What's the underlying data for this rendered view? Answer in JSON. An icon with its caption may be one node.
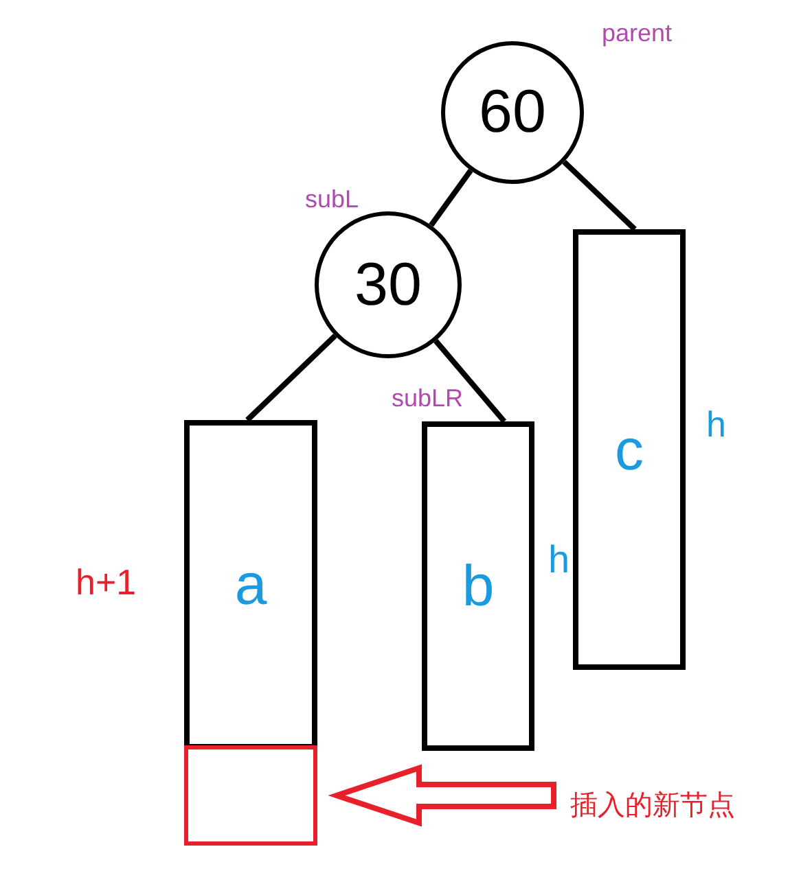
{
  "diagram": {
    "nodes": [
      {
        "text": [
          "60"
        ],
        "beside": [
          "parent"
        ]
      },
      {
        "text": [
          "30"
        ],
        "beside": [
          "subL"
        ]
      },
      {
        "text": [
          "a"
        ],
        "beside": [
          "h+1"
        ]
      },
      {
        "text": [
          "b"
        ],
        "beside": [
          "subLR",
          "h"
        ]
      },
      {
        "text": [
          "c"
        ],
        "beside": [
          "h"
        ]
      },
      {
        "text": [],
        "shape": "box"
      },
      {
        "text": [
          "插入的新节点"
        ]
      }
    ],
    "edges": [
      {
        "from": 0,
        "to": 1,
        "arrow": "none"
      },
      {
        "from": 0,
        "to": 4,
        "arrow": "none"
      },
      {
        "from": 1,
        "to": 2,
        "arrow": "none"
      },
      {
        "from": 1,
        "to": 3,
        "arrow": "none"
      },
      {
        "from": 6,
        "to": 5,
        "arrow": "to",
        "style": "thick",
        "color": "#e8202a"
      }
    ]
  }
}
